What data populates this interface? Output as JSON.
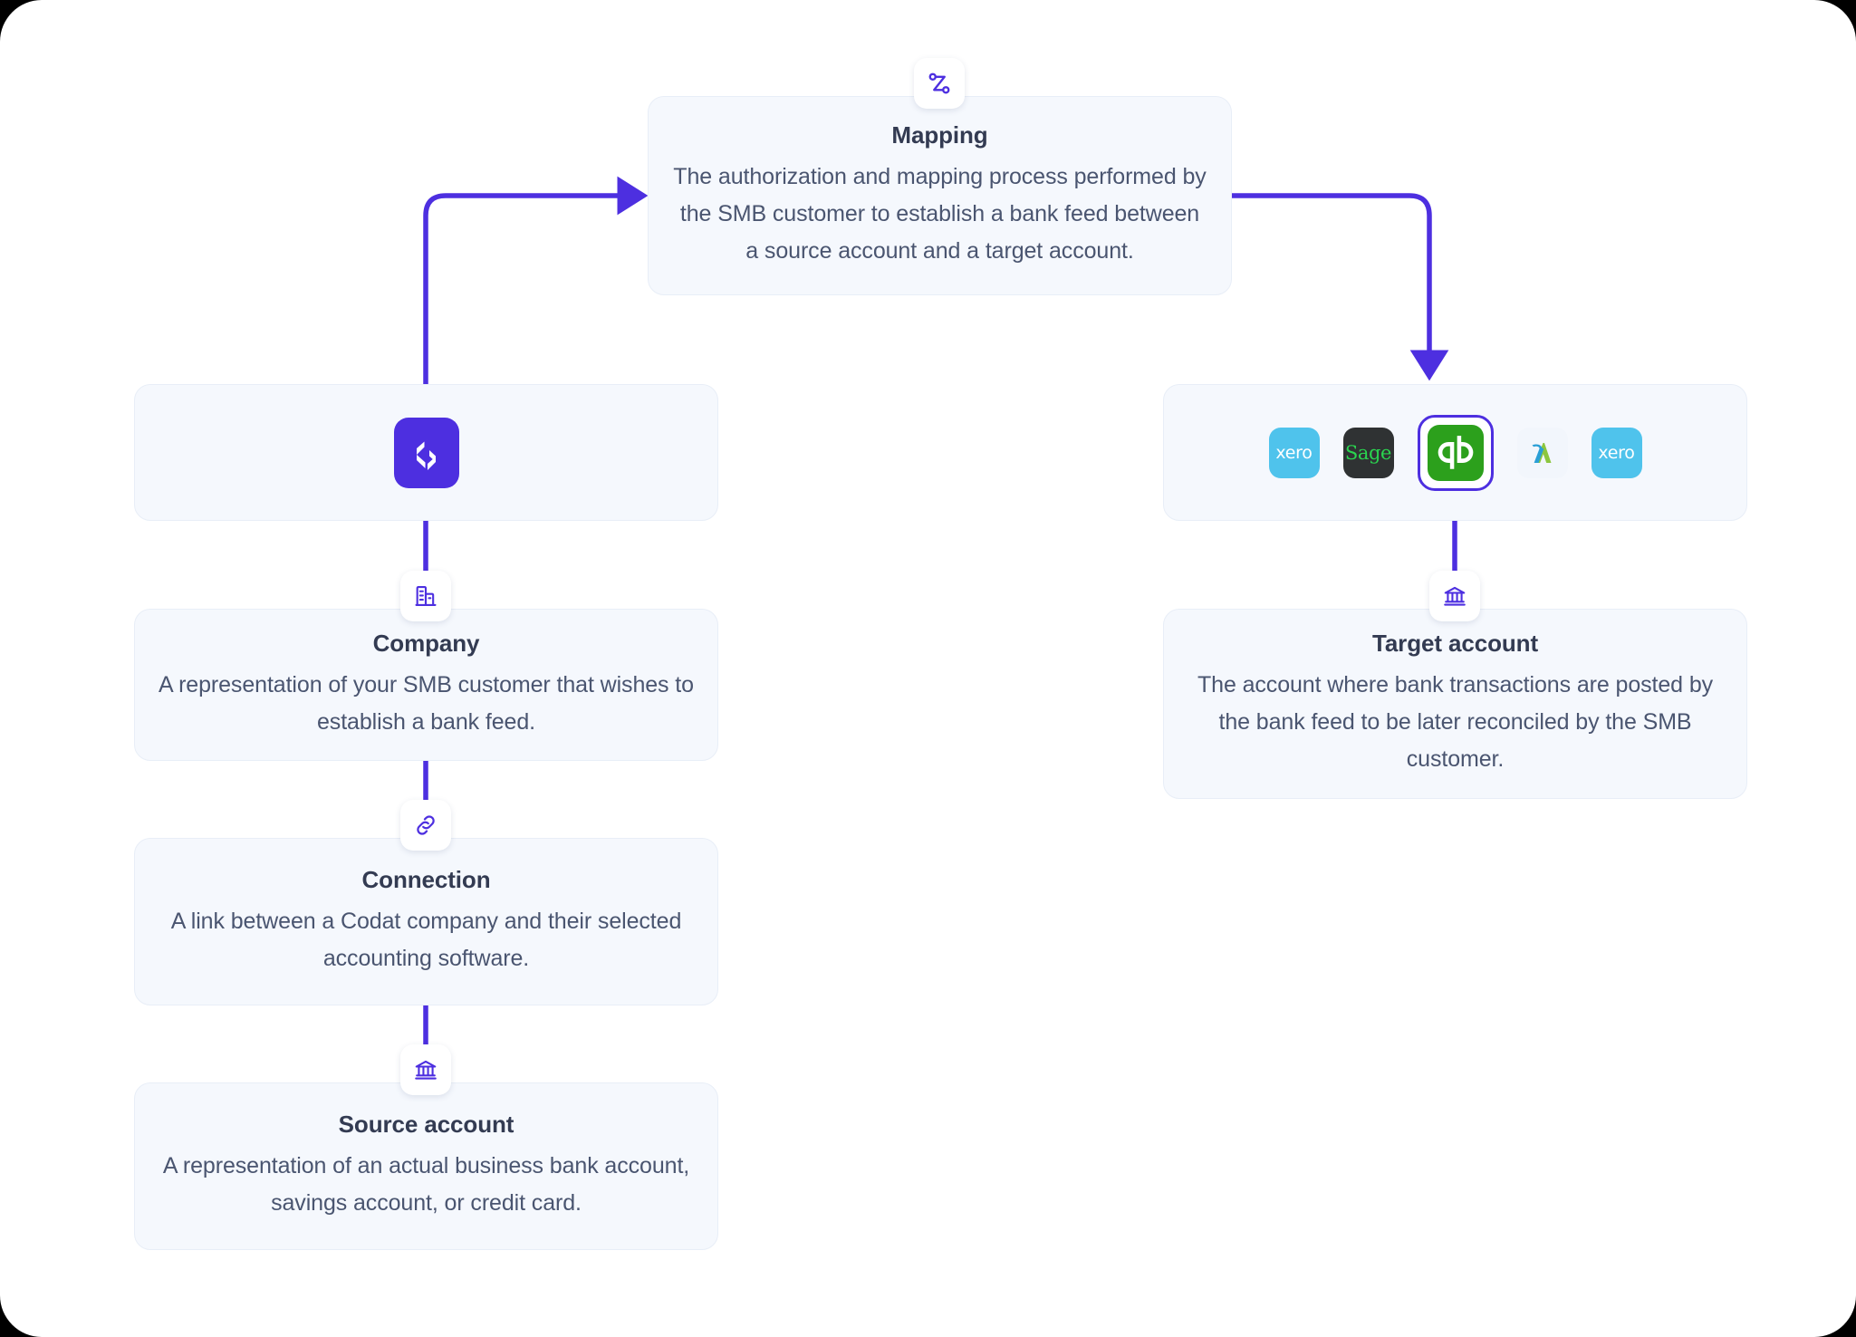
{
  "theme": {
    "accent": "#4d2fe0",
    "card_background": "#f5f8fd",
    "card_border": "#e8eef7",
    "title_color": "#333b52",
    "body_color": "#4a5570",
    "canvas_background": "#ffffff"
  },
  "diagram": {
    "type": "flow-diagram",
    "nodes": {
      "mapping": {
        "title": "Mapping",
        "description": "The authorization and mapping process performed by the SMB customer to establish a bank feed between a source account and a target account.",
        "icon": "mapping-route-icon"
      },
      "codat": {
        "icon": "codat-logo-icon"
      },
      "company": {
        "title": "Company",
        "description": "A representation of your SMB customer that wishes to establish a bank feed.",
        "icon": "building-icon"
      },
      "connection": {
        "title": "Connection",
        "description": "A link between a Codat company and their selected accounting software.",
        "icon": "link-icon"
      },
      "source_account": {
        "title": "Source account",
        "description": "A representation of an actual business bank account, savings account, or credit card.",
        "icon": "bank-icon"
      },
      "target_account": {
        "title": "Target account",
        "description": "The account where bank transactions are posted by the bank feed to be later reconciled by the SMB customer.",
        "icon": "bank-icon"
      },
      "platforms": {
        "items": [
          {
            "name": "Xero",
            "icon": "xero-logo-icon",
            "label": "xero",
            "selected": false
          },
          {
            "name": "Sage",
            "icon": "sage-logo-icon",
            "label": "Sage",
            "selected": false
          },
          {
            "name": "QuickBooks",
            "icon": "quickbooks-logo-icon",
            "label": "qb",
            "selected": true
          },
          {
            "name": "FreeAgent",
            "icon": "freeagent-logo-icon",
            "label": "",
            "selected": false
          },
          {
            "name": "Xero",
            "icon": "xero-logo-icon",
            "label": "xero",
            "selected": false
          }
        ]
      }
    },
    "edges": [
      {
        "from": "codat",
        "to": "mapping",
        "style": "elbow-arrow"
      },
      {
        "from": "mapping",
        "to": "platforms",
        "style": "elbow-arrow"
      },
      {
        "from": "codat",
        "to": "company",
        "style": "line"
      },
      {
        "from": "company",
        "to": "connection",
        "style": "line"
      },
      {
        "from": "connection",
        "to": "source_account",
        "style": "line"
      },
      {
        "from": "platforms",
        "to": "target_account",
        "style": "line"
      }
    ]
  }
}
